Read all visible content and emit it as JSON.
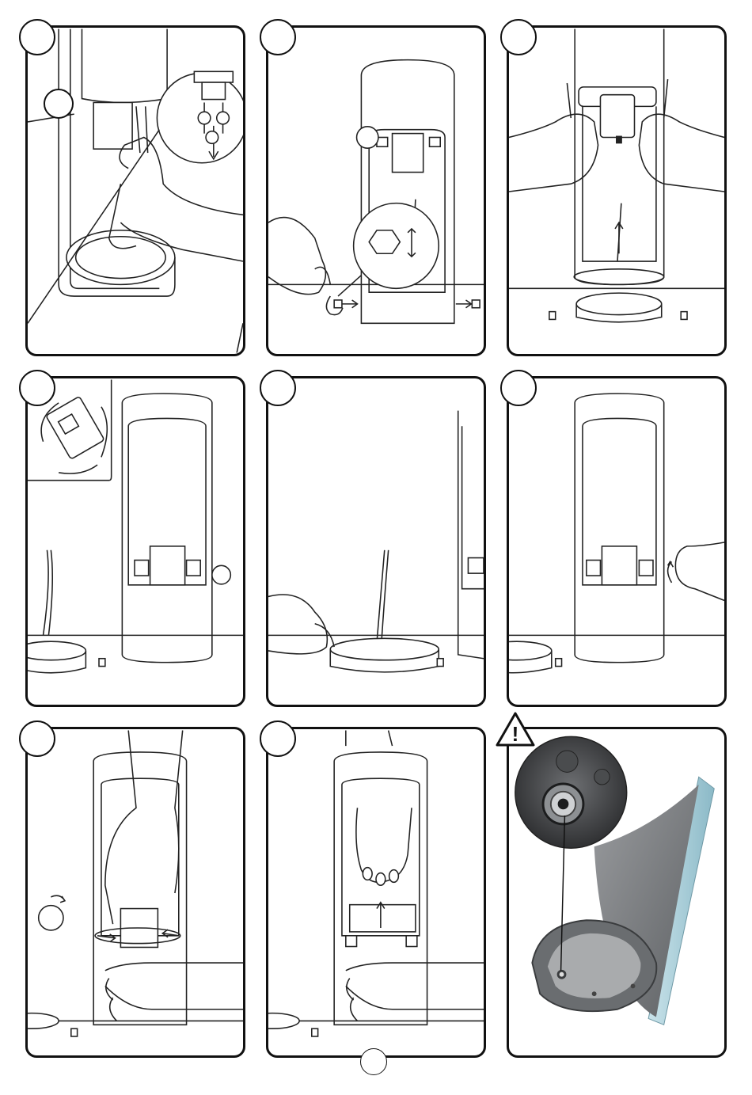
{
  "panels": [
    {
      "id": 1,
      "label": ""
    },
    {
      "id": 2,
      "label": ""
    },
    {
      "id": 3,
      "label": ""
    },
    {
      "id": 4,
      "label": ""
    },
    {
      "id": 5,
      "label": ""
    },
    {
      "id": 6,
      "label": ""
    },
    {
      "id": 7,
      "label": ""
    },
    {
      "id": 8,
      "label": ""
    },
    {
      "id": 9,
      "label": ""
    }
  ],
  "warning": {
    "symbol": "!"
  },
  "page": {
    "number": ""
  },
  "colors": {
    "line": "#222222",
    "accent_blue": "#9ec9d6",
    "metal_gray": "#7a7d80"
  }
}
